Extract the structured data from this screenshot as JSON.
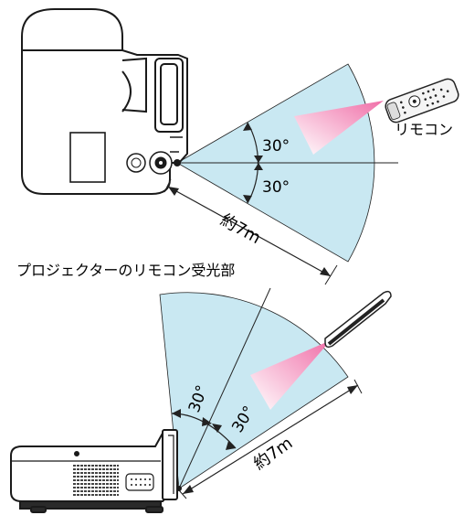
{
  "top_diagram": {
    "angle_upper": "30°",
    "angle_lower": "30°",
    "distance": "約7m",
    "remote_label": "リモコン",
    "caption": "プロジェクターのリモコン受光部"
  },
  "bottom_diagram": {
    "angle_left": "30°",
    "angle_right": "30°",
    "distance": "約7m"
  },
  "colors": {
    "fan_fill": "#c9e8f2",
    "beam_start": "#ffffff",
    "beam_end": "#f06fa8",
    "line": "#1a1a1a"
  }
}
